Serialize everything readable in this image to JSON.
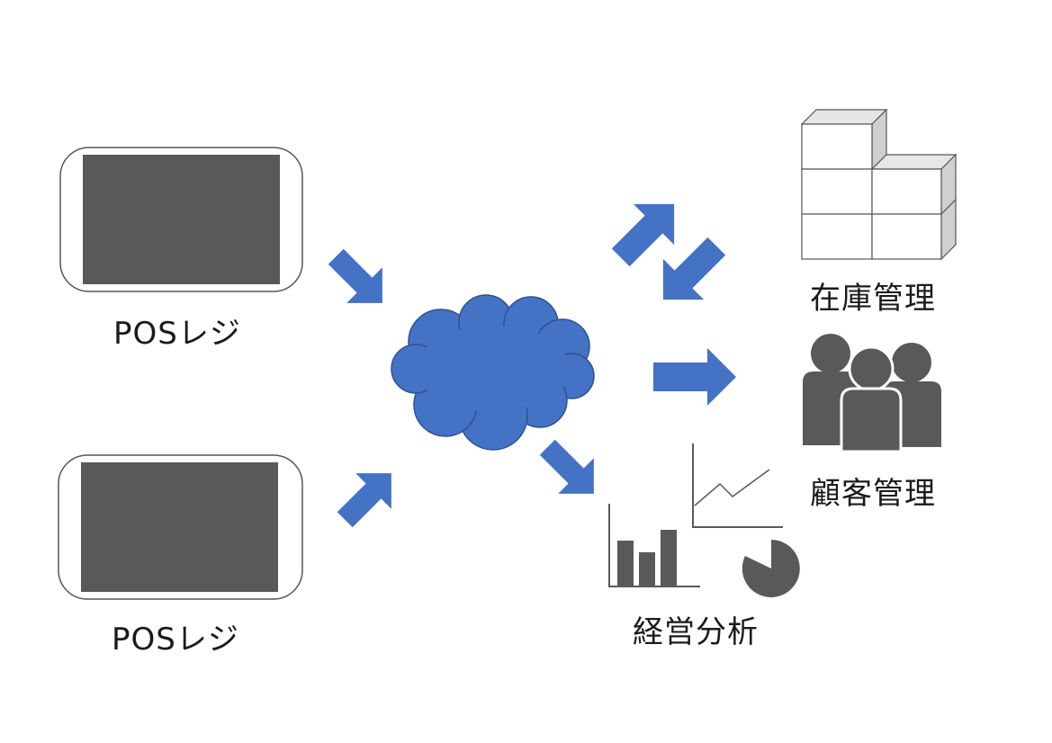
{
  "labels": {
    "pos_top": "POSレジ",
    "pos_bottom": "POSレジ",
    "inventory": "在庫管理",
    "customer": "顧客管理",
    "analysis": "経営分析"
  },
  "colors": {
    "arrow": "#4472C4",
    "cloud": "#4472C4",
    "cloud_stroke": "#2F528F",
    "screen": "#595959",
    "device_frame": "#ffffff",
    "device_stroke": "#555555",
    "chart_gray": "#595959",
    "box_face": "#ffffff",
    "box_side": "#d0d0d0",
    "box_stroke": "#555555",
    "person": "#595959"
  },
  "icons": [
    "tablet-icon",
    "cloud-icon",
    "boxes-icon",
    "people-icon",
    "bar-chart-icon",
    "line-chart-icon",
    "pie-chart-icon"
  ]
}
